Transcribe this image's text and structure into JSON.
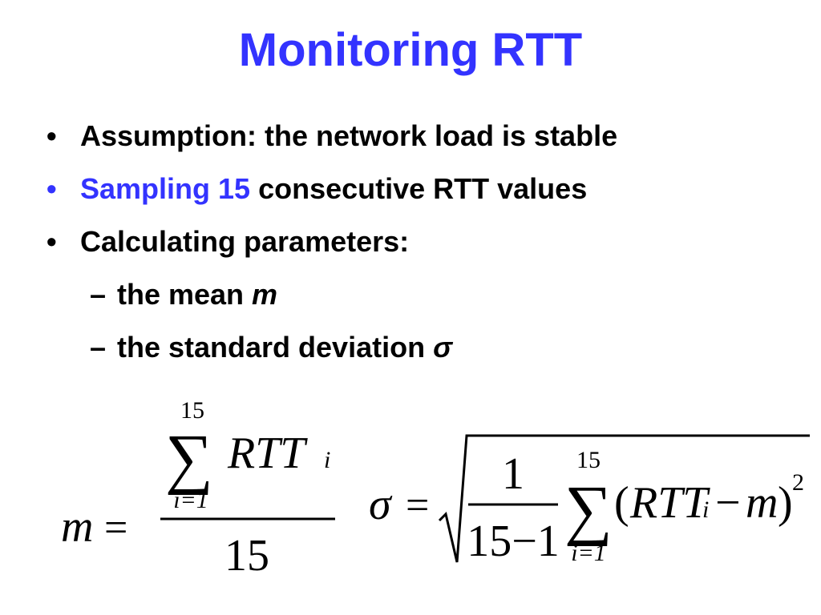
{
  "slide": {
    "title": "Monitoring RTT",
    "bullets": [
      {
        "marker": "•",
        "text": "Assumption: the network load is stable"
      },
      {
        "marker": "•",
        "highlight": "Sampling 15",
        "text": " consecutive RTT values"
      },
      {
        "marker": "•",
        "text": "Calculating parameters:"
      }
    ],
    "subbullets": [
      {
        "marker": "–",
        "text": "the mean ",
        "var": "m"
      },
      {
        "marker": "–",
        "text": "the standard deviation ",
        "var": "σ"
      }
    ]
  },
  "formulas": {
    "mean": {
      "lhs": "m",
      "equals": "=",
      "sum_upper": "15",
      "sum_lower": "i=1",
      "term": "RTT",
      "term_sub": "i",
      "denominator": "15"
    },
    "stddev": {
      "lhs": "σ",
      "equals": "=",
      "frac_num": "1",
      "frac_den": "15−1",
      "sum_upper": "15",
      "sum_lower": "i=1",
      "open_paren": "(",
      "term": "RTT",
      "term_sub": "i",
      "minus": "−",
      "mean_var": "m",
      "close_paren": ")",
      "exponent": "2"
    }
  }
}
